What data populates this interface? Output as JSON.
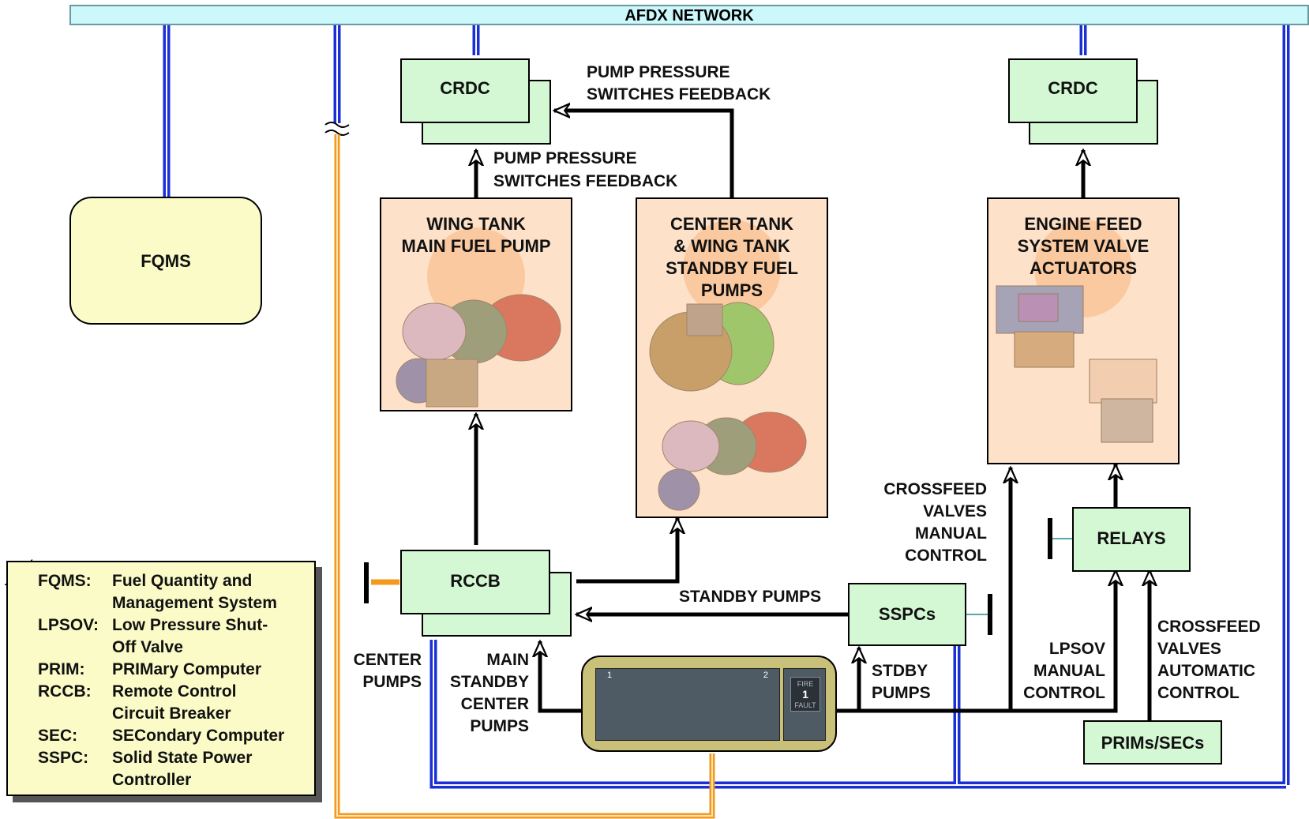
{
  "network": {
    "label": "AFDX NETWORK"
  },
  "fqms": {
    "label": "FQMS"
  },
  "crdc_left": {
    "label": "CRDC"
  },
  "crdc_right": {
    "label": "CRDC"
  },
  "wing_tank_pump": {
    "title_line1": "WING TANK",
    "title_line2": "MAIN FUEL PUMP"
  },
  "center_tank_pumps": {
    "line1": "CENTER TANK",
    "line2": "& WING TANK",
    "line3": "STANDBY FUEL",
    "line4": "PUMPS"
  },
  "engine_feed": {
    "line1": "ENGINE FEED",
    "line2": "SYSTEM VALVE",
    "line3": "ACTUATORS"
  },
  "rccb": {
    "label": "RCCB"
  },
  "sspcs": {
    "label": "SSPCs"
  },
  "relays": {
    "label": "RELAYS"
  },
  "prims_secs": {
    "label": "PRIMs/SECs"
  },
  "labels": {
    "pump_pressure_top_1": "PUMP PRESSURE",
    "pump_pressure_top_2": "SWITCHES FEEDBACK",
    "pump_pressure_mid_1": "PUMP PRESSURE",
    "pump_pressure_mid_2": "SWITCHES FEEDBACK",
    "standby_pumps": "STANDBY PUMPS",
    "center_pumps_1": "CENTER",
    "center_pumps_2": "PUMPS",
    "main_standby_1": "MAIN",
    "main_standby_2": "STANDBY",
    "main_standby_3": "CENTER",
    "main_standby_4": "PUMPS",
    "stdby_pumps_1": "STDBY",
    "stdby_pumps_2": "PUMPS",
    "crossfeed_manual_1": "CROSSFEED",
    "crossfeed_manual_2": "VALVES",
    "crossfeed_manual_3": "MANUAL",
    "crossfeed_manual_4": "CONTROL",
    "lpsov_manual_1": "LPSOV",
    "lpsov_manual_2": "MANUAL",
    "lpsov_manual_3": "CONTROL",
    "crossfeed_auto_1": "CROSSFEED",
    "crossfeed_auto_2": "VALVES",
    "crossfeed_auto_3": "AUTOMATIC",
    "crossfeed_auto_4": "CONTROL"
  },
  "panel": {
    "fire_label": "FIRE",
    "fire_number": "1",
    "fault_label": "FAULT",
    "num_1": "1",
    "num_2": "2"
  },
  "legend": [
    {
      "abbr": "FQMS:",
      "def_line1": "Fuel Quantity and",
      "def_line2": "Management System"
    },
    {
      "abbr": "LPSOV:",
      "def_line1": "Low Pressure Shut-",
      "def_line2": "Off Valve"
    },
    {
      "abbr": "PRIM:",
      "def_line1": "PRIMary Computer",
      "def_line2": ""
    },
    {
      "abbr": "RCCB:",
      "def_line1": "Remote Control",
      "def_line2": "Circuit Breaker"
    },
    {
      "abbr": "SEC:",
      "def_line1": "SECondary Computer",
      "def_line2": ""
    },
    {
      "abbr": "SSPC:",
      "def_line1": "Solid State Power",
      "def_line2": "Controller"
    }
  ],
  "colors": {
    "bus_blue": "#1a2fd6",
    "power_orange": "#f39a1d",
    "box_green": "#d4f7d4",
    "box_orange": "#fcc99b",
    "box_yellow": "#fbfbc8",
    "network_cyan": "#ccf7fb"
  }
}
